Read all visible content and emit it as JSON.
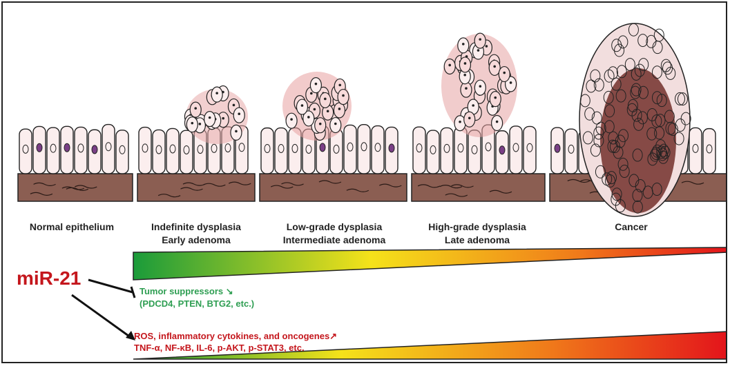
{
  "stages": [
    {
      "line1": "Normal epithelium",
      "line2": ""
    },
    {
      "line1": "Indefinite dysplasia",
      "line2": "Early adenoma"
    },
    {
      "line1": "Low-grade dysplasia",
      "line2": "Intermediate adenoma"
    },
    {
      "line1": "High-grade dysplasia",
      "line2": "Late adenoma"
    },
    {
      "line1": "Cancer",
      "line2": ""
    }
  ],
  "mirna": "miR-21",
  "tumor_suppressors": {
    "title": "Tumor suppressors ↘",
    "examples": "(PDCD4, PTEN, BTG2, etc.)"
  },
  "oncogenic": {
    "title": "ROS, inflammatory cytokines, and oncogenes↗",
    "examples": "TNF-α, NF-κB, IL-6, p-AKT, p-STAT3, etc."
  },
  "colors": {
    "gradient_start": "#1a9b3a",
    "gradient_mid": "#f5e21a",
    "gradient_end": "#e3141b",
    "tissue": "#8b5e52",
    "nucleus": "#7a3f86",
    "mirna_red": "#c4161c",
    "suppressor_green": "#2e9e52"
  }
}
